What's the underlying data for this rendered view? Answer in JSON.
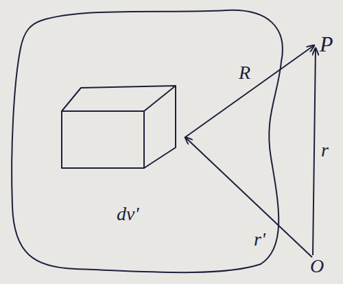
{
  "diagram": {
    "nodes": [
      {
        "text": [
          "dv'"
        ]
      }
    ],
    "labels": [
      "R",
      "P",
      "r",
      "r'",
      "O"
    ]
  }
}
